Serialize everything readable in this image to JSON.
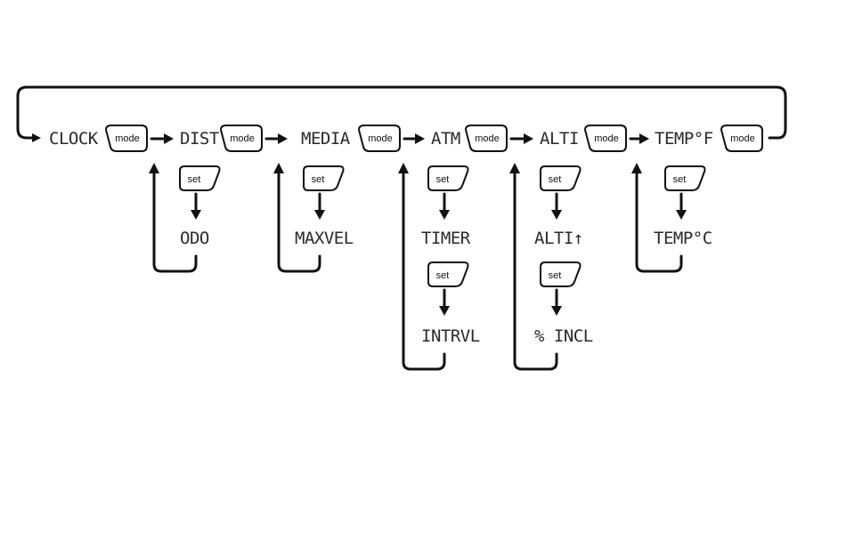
{
  "buttons": {
    "mode": "mode",
    "set": "set"
  },
  "modes": {
    "clock": "CLOCK",
    "dist": "DIST",
    "media": "MEDIA",
    "atm": "ATM",
    "alti": "ALTI",
    "temp_f": "TEMP°F"
  },
  "sub_modes": {
    "odo": "ODO",
    "maxvel": "MAXVEL",
    "timer": "TIMER",
    "intrvl": "INTRVL",
    "alti_up": "ALTI↑",
    "incl": "% INCL",
    "temp_c": "TEMP°C"
  }
}
